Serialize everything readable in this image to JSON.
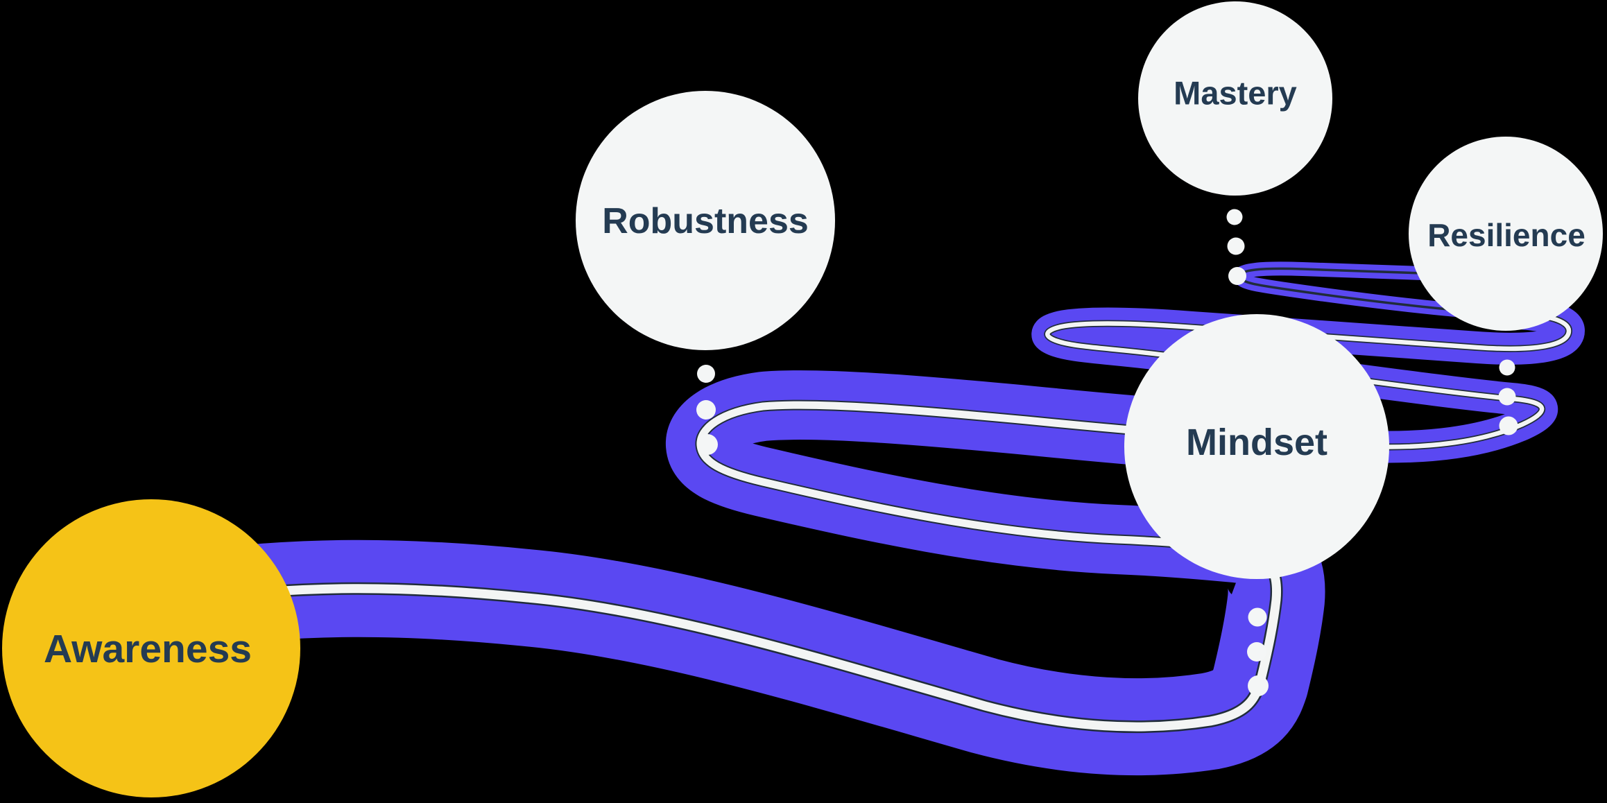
{
  "diagram": {
    "type": "journey-roadmap",
    "stages": [
      {
        "id": "awareness",
        "label": "Awareness",
        "role": "start-node",
        "node_color": "yellow"
      },
      {
        "id": "robustness",
        "label": "Robustness",
        "role": "milestone",
        "node_color": "white"
      },
      {
        "id": "mindset",
        "label": "Mindset",
        "role": "milestone",
        "node_color": "white"
      },
      {
        "id": "mastery",
        "label": "Mastery",
        "role": "milestone",
        "node_color": "white"
      },
      {
        "id": "resilience",
        "label": "Resilience",
        "role": "milestone",
        "node_color": "white"
      }
    ],
    "connector_dots_per_milestone": 3
  },
  "colors": {
    "background": "#000000",
    "road": "#5A48F2",
    "road_edge": "#202C3A",
    "road_line": "#F3F5F4",
    "node_fill": "#F4F6F6",
    "awareness_fill": "#F5C317",
    "text": "#243B52"
  }
}
